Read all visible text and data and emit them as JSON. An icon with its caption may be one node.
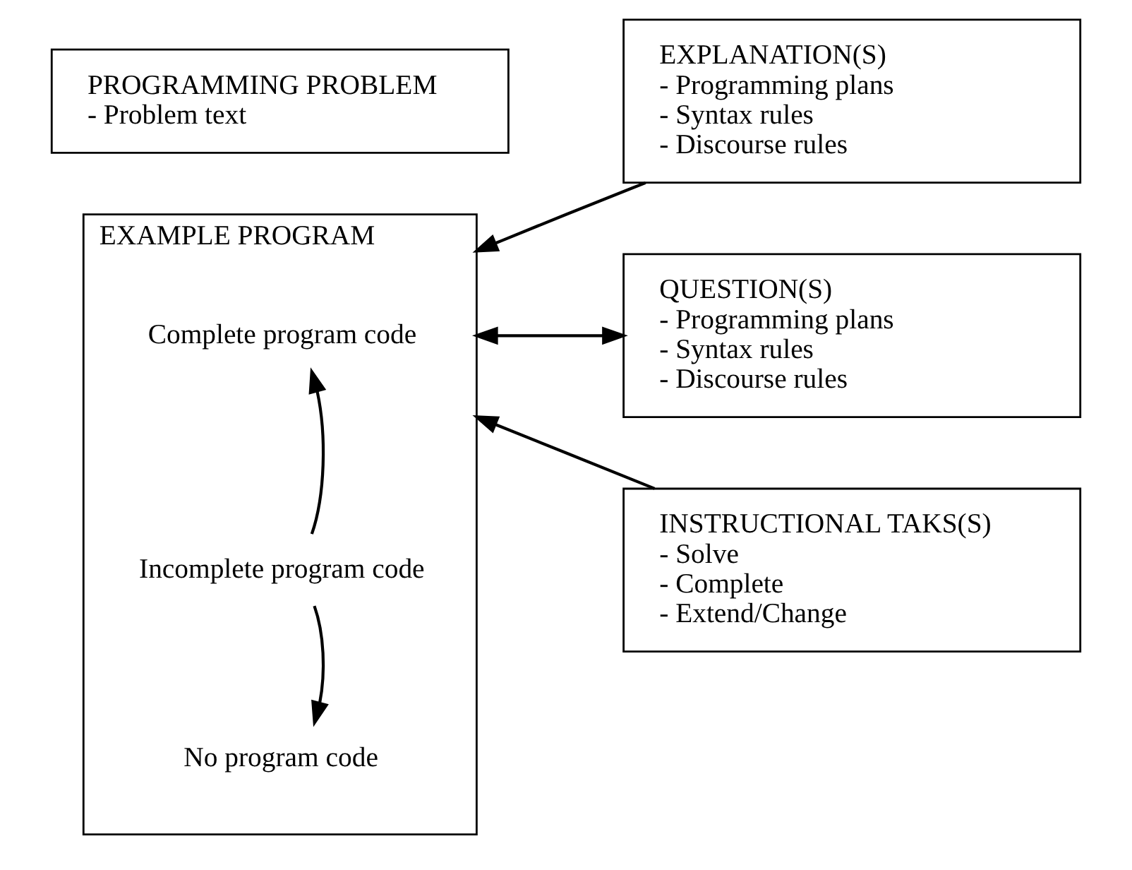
{
  "diagram": {
    "nodes": [
      {
        "text": [
          "PROGRAMMING PROBLEM",
          "- Problem text"
        ]
      },
      {
        "text": [
          "EXAMPLE PROGRAM"
        ]
      },
      {
        "text": [
          "Complete program code"
        ],
        "in": 1
      },
      {
        "text": [
          "Incomplete program code"
        ],
        "in": 1
      },
      {
        "text": [
          "No program code"
        ],
        "in": 1
      },
      {
        "text": [
          "EXPLANATION(S)",
          "- Programming plans",
          "- Syntax rules",
          "- Discourse rules"
        ]
      },
      {
        "text": [
          "QUESTION(S)",
          "- Programming plans",
          "- Syntax rules",
          "- Discourse rules"
        ]
      },
      {
        "text": [
          "INSTRUCTIONAL TAKS(S)",
          "- Solve",
          "- Complete",
          "- Extend/Change"
        ]
      }
    ],
    "edges": [
      {
        "from": 5,
        "to": 1,
        "arrow": "to"
      },
      {
        "from": 6,
        "to": 1,
        "arrow": "both"
      },
      {
        "from": 7,
        "to": 1,
        "arrow": "to"
      },
      {
        "from": 3,
        "to": 2,
        "arrow": "to"
      },
      {
        "from": 3,
        "to": 4,
        "arrow": "to"
      }
    ]
  }
}
